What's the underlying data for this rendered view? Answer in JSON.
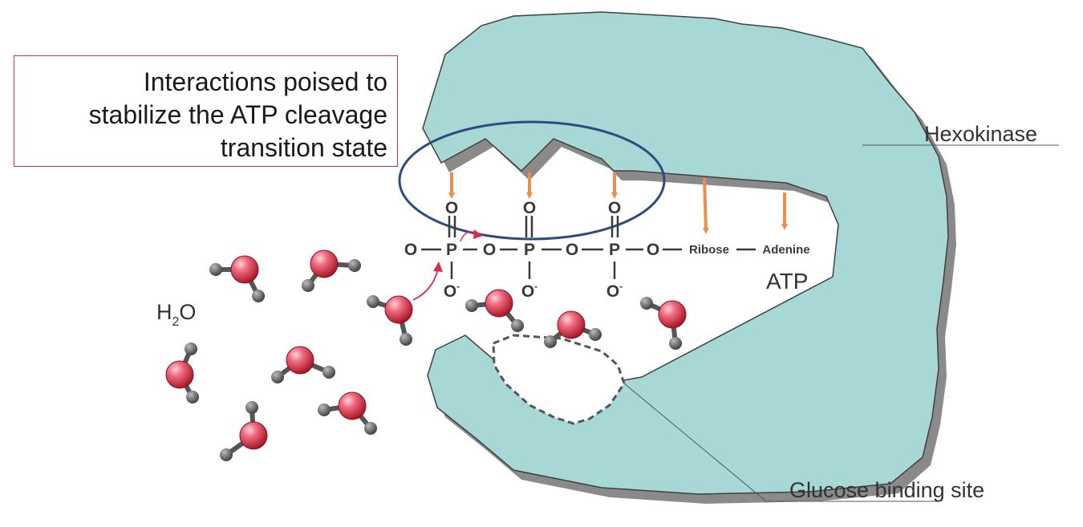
{
  "callout": {
    "lines": [
      "Interactions poised to",
      "stabilize the ATP cleavage",
      "transition state"
    ],
    "border_color": "#e03040"
  },
  "labels": {
    "enzyme": "Hexokinase",
    "glucose_site": "Glucose binding site",
    "molecule": "ATP",
    "water_main": "H",
    "water_sub": "2",
    "water_end": "O"
  },
  "atp": {
    "o_atom": "O",
    "p_atom": "P",
    "o_minus_main": "O",
    "o_minus_charge": "-",
    "ribose": "Ribose",
    "adenine": "Adenine"
  },
  "colors": {
    "enzyme_fill": "#a7d8d5",
    "enzyme_shadow": "#8a8a8a",
    "arrow": "#ee8c50",
    "highlight_ellipse": "#2c4c80",
    "attack_arrow": "#d9304a",
    "oxygen": "#d8283a",
    "hydrogen": "#555555"
  }
}
